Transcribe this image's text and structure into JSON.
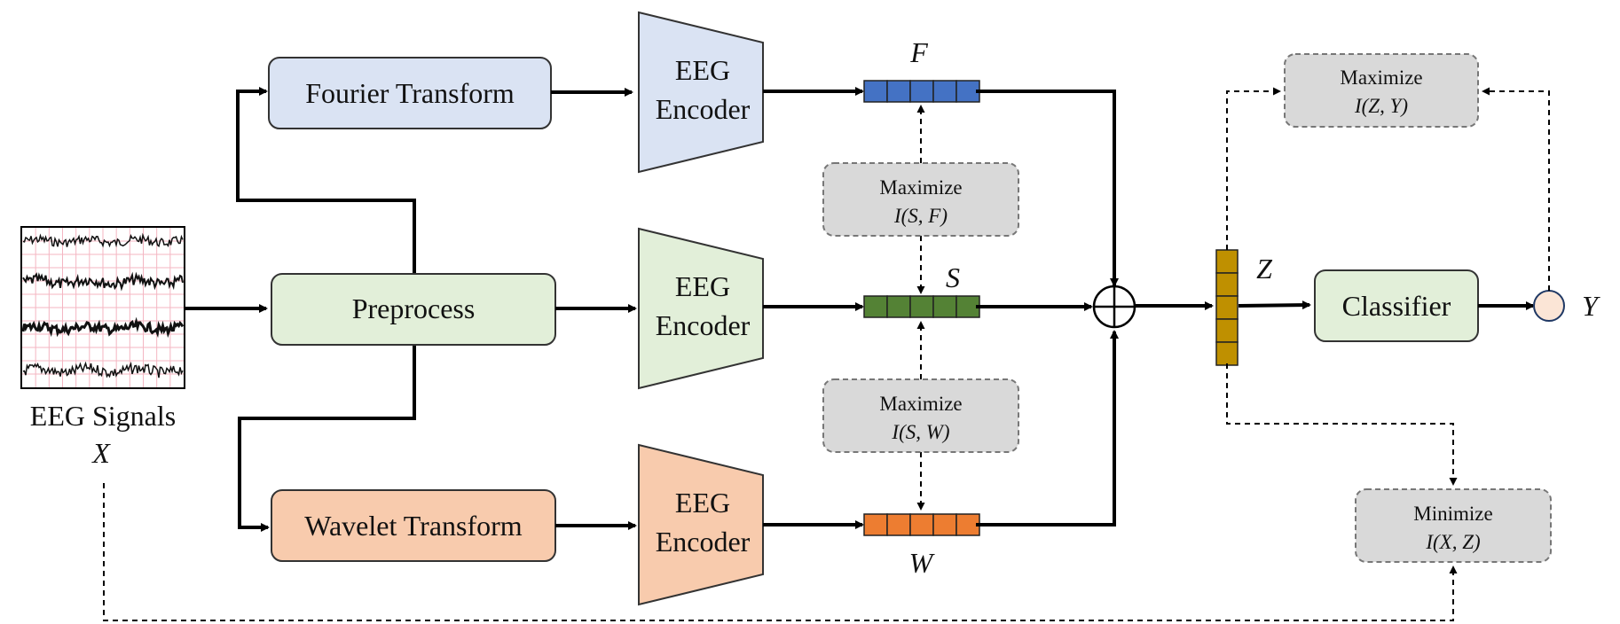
{
  "input": {
    "label": "EEG Signals",
    "symbol": "X"
  },
  "preprocess": {
    "label": "Preprocess",
    "color": "#e2efd9",
    "stroke": "#333333"
  },
  "fourier": {
    "label": "Fourier Transform",
    "color": "#dae3f3"
  },
  "wavelet": {
    "label": "Wavelet Transform",
    "color": "#f8cbad"
  },
  "encoders": [
    {
      "line1": "EEG",
      "line2": "Encoder",
      "color": "#dae3f3"
    },
    {
      "line1": "EEG",
      "line2": "Encoder",
      "color": "#e2efd9"
    },
    {
      "line1": "EEG",
      "line2": "Encoder",
      "color": "#f8cbad"
    }
  ],
  "features": {
    "F": {
      "symbol": "F",
      "color": "#4472c4"
    },
    "S": {
      "symbol": "S",
      "color": "#548235"
    },
    "W": {
      "symbol": "W",
      "color": "#ed7d31"
    },
    "Z": {
      "symbol": "Z",
      "color": "#bf9000"
    }
  },
  "mi_boxes": {
    "sf": {
      "line1": "Maximize",
      "line2": "I(S, F)"
    },
    "sw": {
      "line1": "Maximize",
      "line2": "I(S, W)"
    },
    "zy": {
      "line1": "Maximize",
      "line2": "I(Z, Y)"
    },
    "xz": {
      "line1": "Minimize",
      "line2": "I(X, Z)"
    }
  },
  "classifier": {
    "label": "Classifier",
    "color": "#e2efd9"
  },
  "output": {
    "symbol": "Y",
    "color": "#fbe5d6"
  },
  "fusion_symbol": "⊕",
  "colors": {
    "mi_box_fill": "#d9d9d9",
    "mi_box_stroke": "#777777",
    "grid": "#f4b6c2"
  }
}
